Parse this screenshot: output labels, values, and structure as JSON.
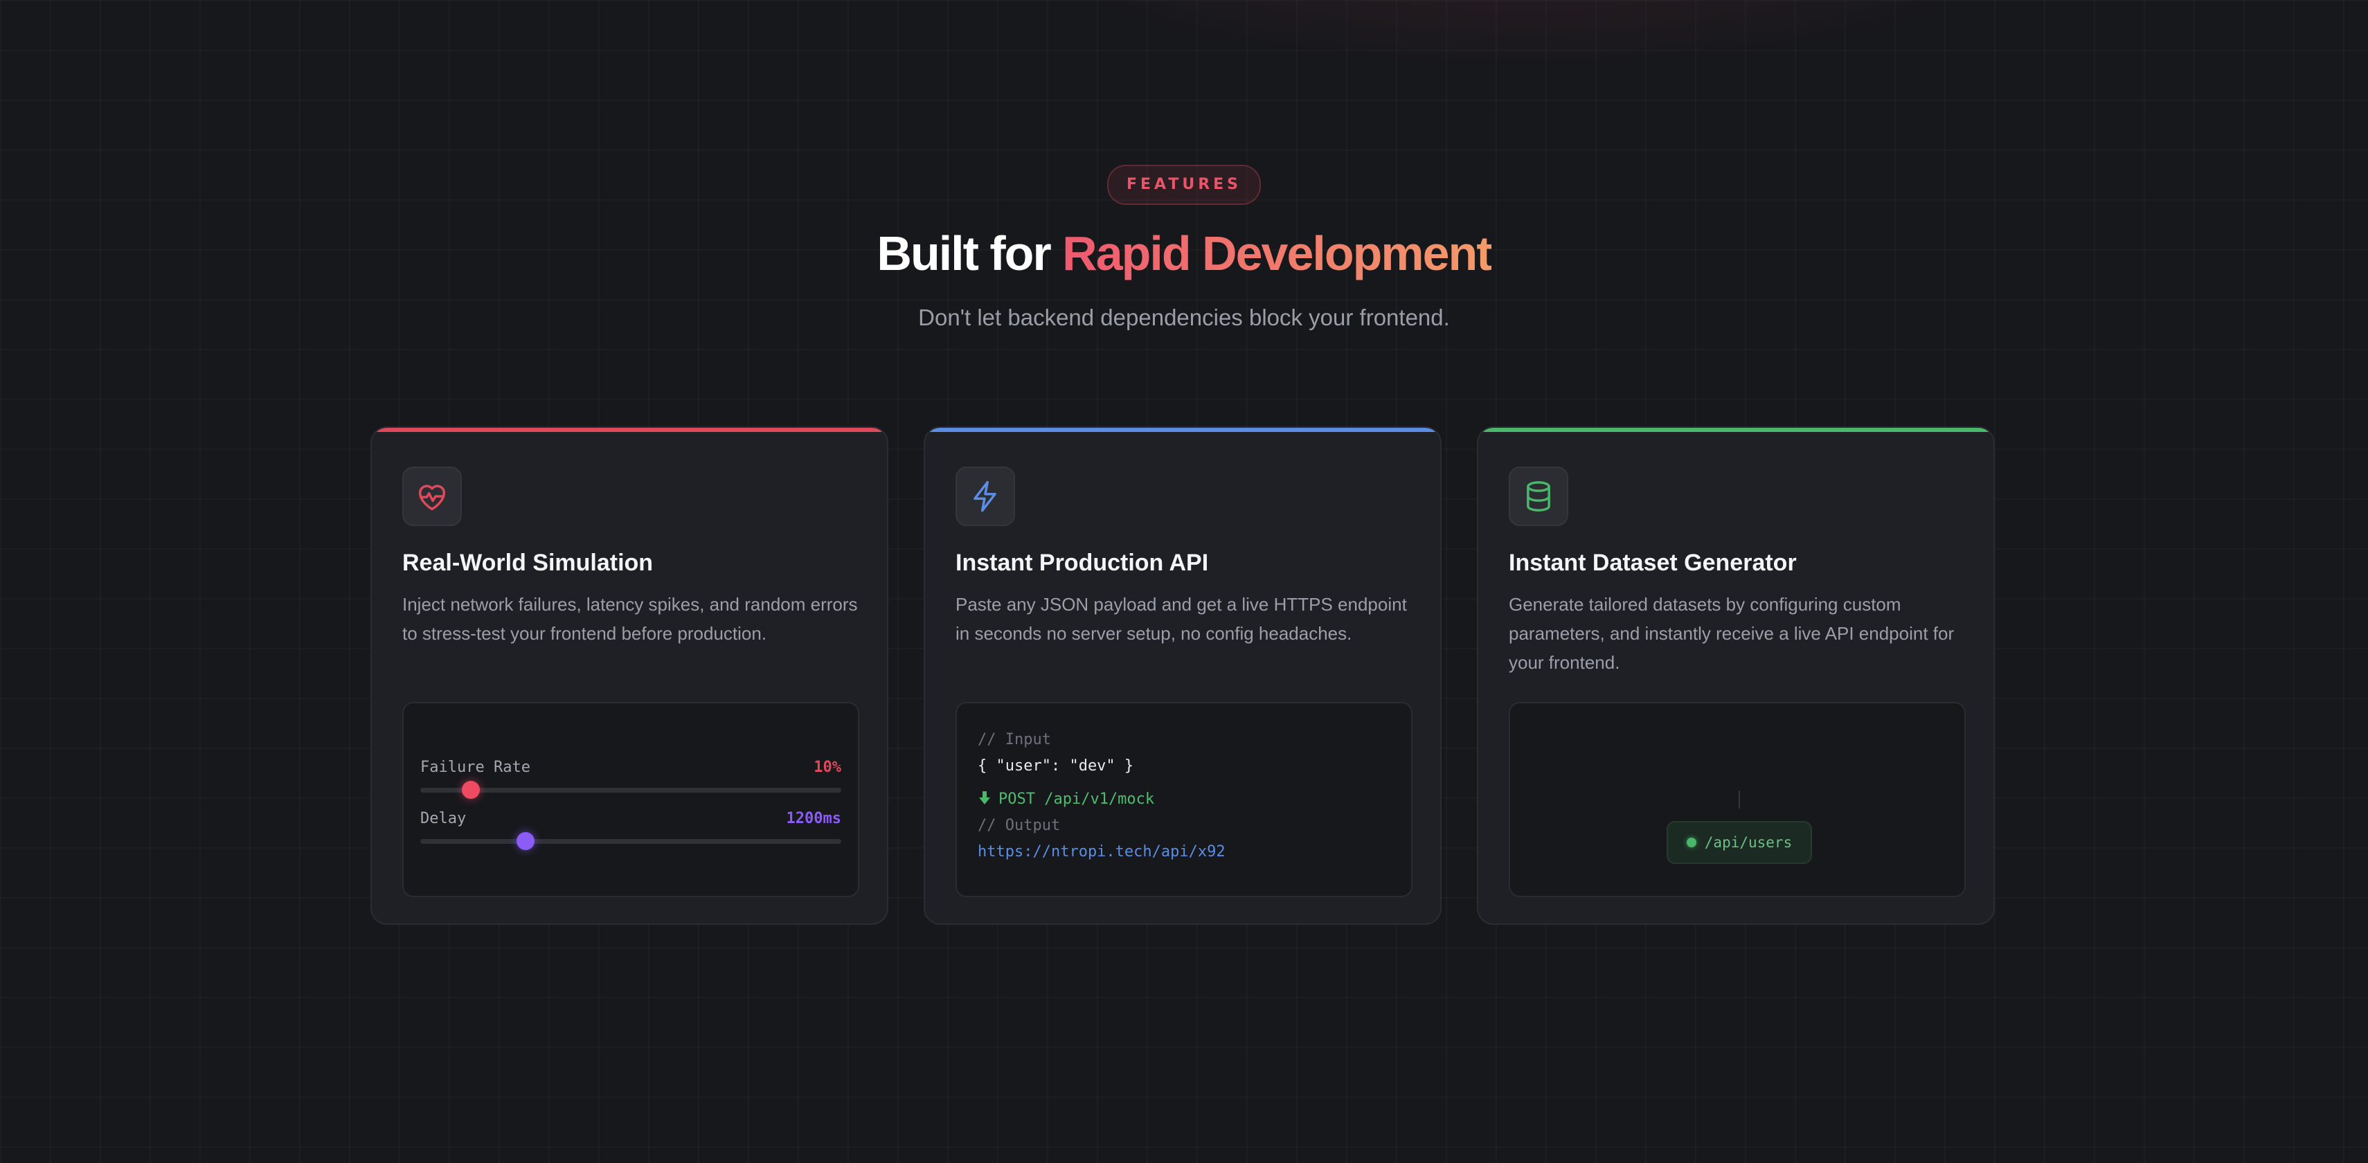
{
  "header": {
    "badge": "FEATURES",
    "title_prefix": "Built for ",
    "title_accent": "Rapid Development",
    "subtitle": "Don't let backend dependencies block your frontend."
  },
  "colors": {
    "background": "#17181c",
    "card": "#1f2025",
    "red_accent": "#e0485c",
    "blue_accent": "#5b8de4",
    "green_accent": "#49b86a",
    "purple_accent": "#8b5cf6"
  },
  "cards": [
    {
      "icon": "heart-pulse-icon",
      "title": "Real-World Simulation",
      "description": "Inject network failures, latency spikes, and random errors to stress-test your frontend before production.",
      "sliders": {
        "failure": {
          "label": "Failure Rate",
          "value": "10%",
          "fraction": 0.12
        },
        "delay": {
          "label": "Delay",
          "value": "1200ms",
          "fraction": 0.25
        }
      }
    },
    {
      "icon": "lightning-bolt-icon",
      "title": "Instant Production API",
      "description": "Paste any JSON payload and get a live HTTPS endpoint in seconds no server setup, no config headaches.",
      "code": {
        "input_comment": "// Input",
        "input_json": "{ \"user\": \"dev\" }",
        "post_arrow_icon": "down-arrow-icon",
        "post_line": "POST /api/v1/mock",
        "output_comment": "// Output",
        "output_url": "https://ntropi.tech/api/x92"
      }
    },
    {
      "icon": "database-icon",
      "title": "Instant Dataset Generator",
      "description": "Generate tailored datasets by configuring custom parameters, and instantly receive a live API endpoint for your frontend.",
      "endpoint": "/api/users"
    }
  ]
}
